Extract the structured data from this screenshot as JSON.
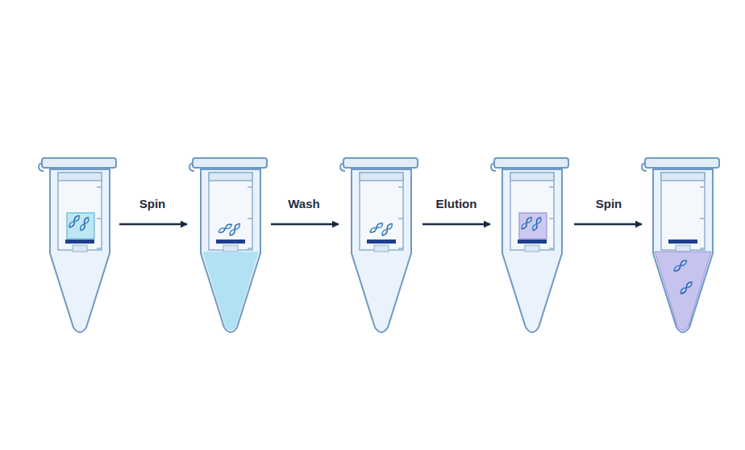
{
  "diagram": {
    "labels": [
      "Spin",
      "Wash",
      "Elution",
      "Spin"
    ]
  }
}
